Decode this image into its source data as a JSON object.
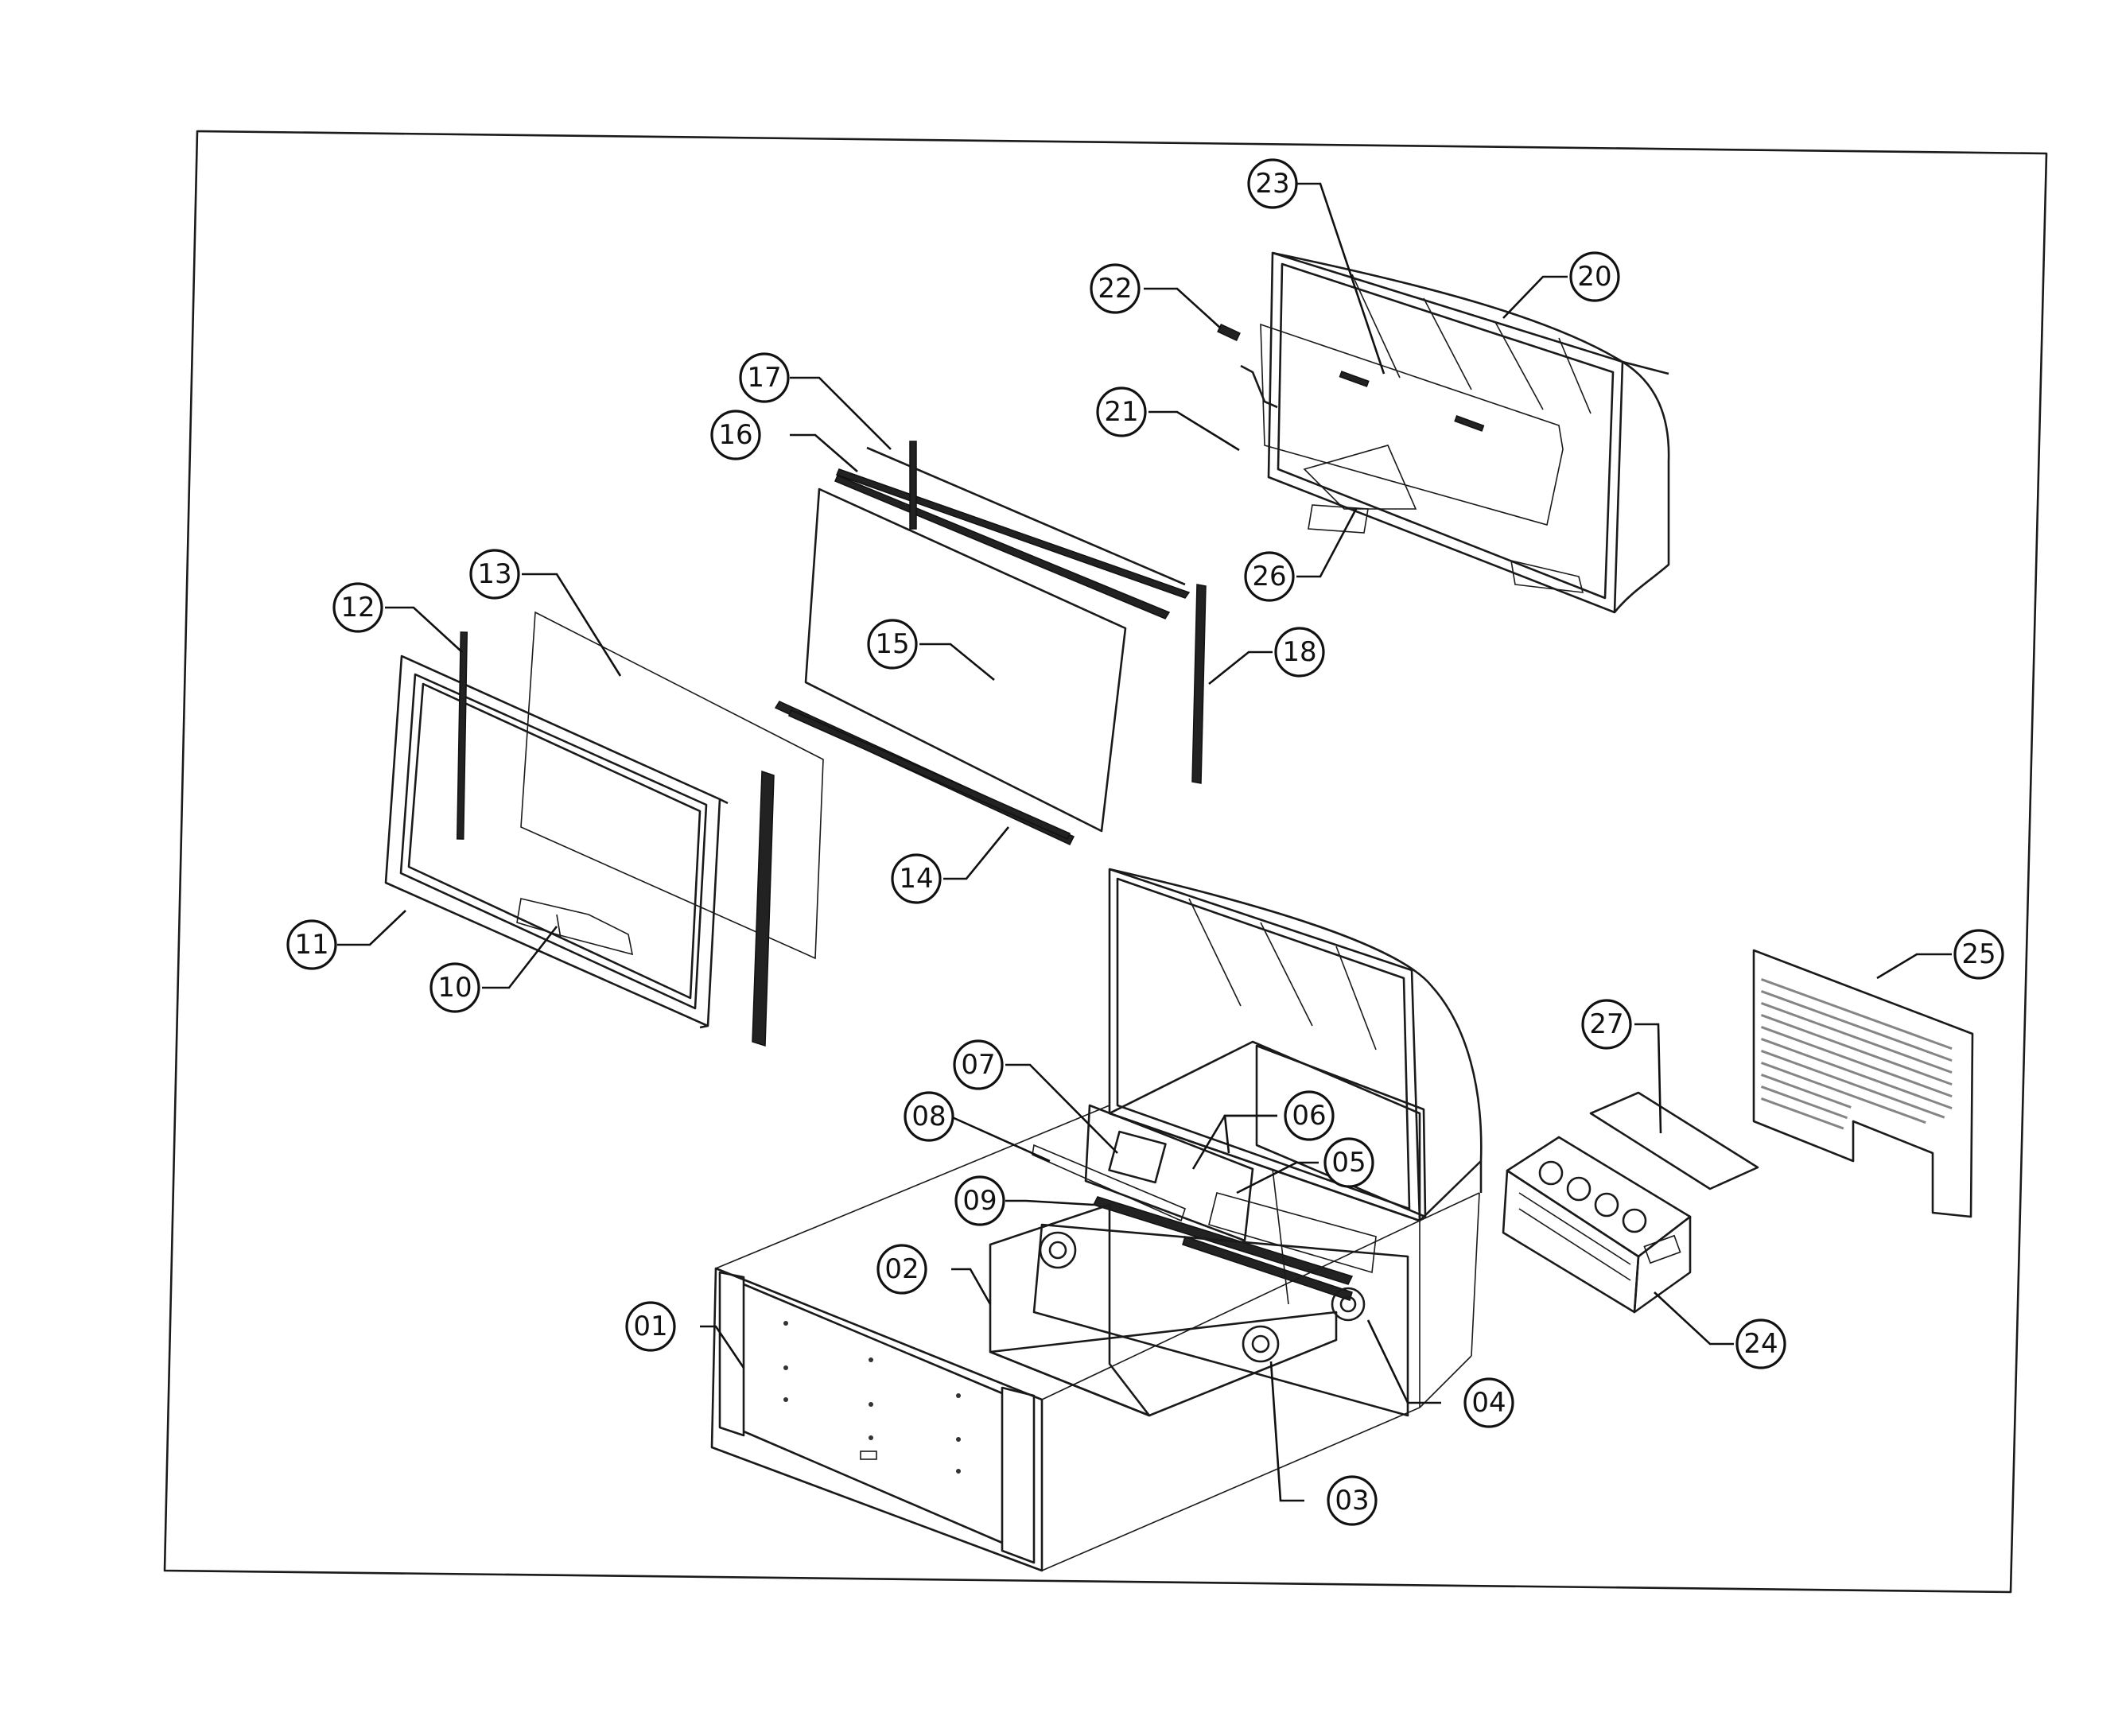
{
  "diagram": {
    "callouts": [
      {
        "id": "01",
        "label": "01"
      },
      {
        "id": "02",
        "label": "02"
      },
      {
        "id": "03",
        "label": "03"
      },
      {
        "id": "04",
        "label": "04"
      },
      {
        "id": "05",
        "label": "05"
      },
      {
        "id": "06",
        "label": "06"
      },
      {
        "id": "07",
        "label": "07"
      },
      {
        "id": "08",
        "label": "08"
      },
      {
        "id": "09",
        "label": "09"
      },
      {
        "id": "10",
        "label": "10"
      },
      {
        "id": "11",
        "label": "11"
      },
      {
        "id": "12",
        "label": "12"
      },
      {
        "id": "13",
        "label": "13"
      },
      {
        "id": "14",
        "label": "14"
      },
      {
        "id": "15",
        "label": "15"
      },
      {
        "id": "16",
        "label": "16"
      },
      {
        "id": "17",
        "label": "17"
      },
      {
        "id": "18",
        "label": "18"
      },
      {
        "id": "20",
        "label": "20"
      },
      {
        "id": "21",
        "label": "21"
      },
      {
        "id": "22",
        "label": "22"
      },
      {
        "id": "23",
        "label": "23"
      },
      {
        "id": "24",
        "label": "24"
      },
      {
        "id": "25",
        "label": "25"
      },
      {
        "id": "26",
        "label": "26"
      },
      {
        "id": "27",
        "label": "27"
      }
    ]
  }
}
